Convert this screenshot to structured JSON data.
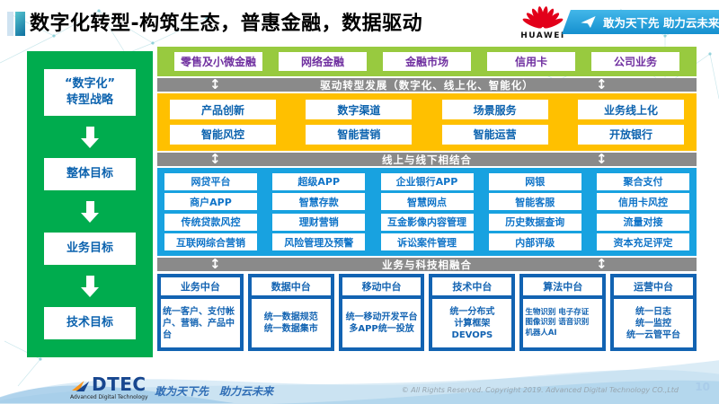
{
  "header": {
    "title": "数字化转型-构筑生态，普惠金融，数据驱动",
    "huawei_label": "HUAWEI",
    "banner_slogan": "敢为天下先 助力云未来"
  },
  "pillars": {
    "items": [
      "“数字化”\n转型战略",
      "整体目标",
      "业务目标",
      "技术目标"
    ]
  },
  "business_row": {
    "items": [
      "零售及小微金融",
      "网络金融",
      "金融市场",
      "信用卡",
      "公司业务"
    ]
  },
  "bars": [
    "驱动转型发展（数字化、线上化、智能化）",
    "线上与线下相结合",
    "业务与科技相融合"
  ],
  "enablers": {
    "rows": [
      [
        "产品创新",
        "数字渠道",
        "场景服务",
        "业务线上化"
      ],
      [
        "智能风控",
        "智能营销",
        "智能运营",
        "开放银行"
      ]
    ]
  },
  "channels": {
    "rows": [
      [
        "网贷平台",
        "超级APP",
        "企业银行APP",
        "网银",
        "聚合支付"
      ],
      [
        "商户APP",
        "智慧存款",
        "智慧网点",
        "智能客服",
        "信用卡风控"
      ],
      [
        "传统贷款风控",
        "理财营销",
        "互金影像内容管理",
        "历史数据查询",
        "流量对接"
      ],
      [
        "互联网综合营销",
        "风险管理及预警",
        "诉讼案件管理",
        "内部评级",
        "资本充足评定"
      ]
    ]
  },
  "platforms": {
    "columns": [
      {
        "header": "业务中台",
        "body": "统一客户、支付帐户、营销、产品中台"
      },
      {
        "header": "数据中台",
        "body": "统一数据规范\n统一数据集市"
      },
      {
        "header": "移动中台",
        "body": "统一移动开发平台\n多APP统一投放"
      },
      {
        "header": "技术中台",
        "body": "统一分布式\n计算框架DEVOPS"
      },
      {
        "header": "算法中台",
        "body": "生物识别 电子存证\n图像识别 语音识别\n机器人AI"
      },
      {
        "header": "运营中台",
        "body": "统一日志\n统一监控\n统一云管平台"
      }
    ]
  },
  "footer": {
    "logo_text": "DTEC",
    "logo_subtext": "Advanced Digital Technology",
    "slogan": "敢为天下先　助力云未来",
    "copyright": "© All Rights Reserved. Copyright 2019. Advanced Digital Technology CO.,Ltd",
    "page_number": "10"
  },
  "colors": {
    "pillar_green": "#00AC4E",
    "business_lime": "#98CA3F",
    "enabler_yellow": "#FFC000",
    "channel_blue": "#18A2E0",
    "platform_blue": "#1263B2",
    "bar_gray": "#8A8A8A",
    "business_text_purple": "#7030A0",
    "box_text_blue": "#0B62AE",
    "huawei_red": "#E2001A",
    "banner_blue": "#1590CF"
  }
}
